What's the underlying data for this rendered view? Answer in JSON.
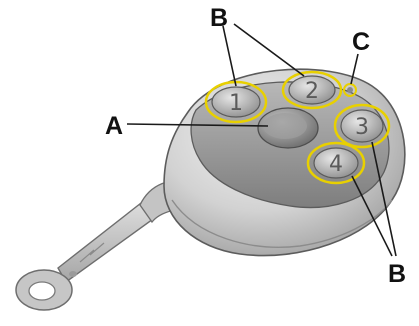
{
  "callouts": {
    "a": "A",
    "b_top": "B",
    "b_bottom": "B",
    "c": "C"
  },
  "buttons": [
    {
      "label": "1"
    },
    {
      "label": "2"
    },
    {
      "label": "3"
    },
    {
      "label": "4"
    }
  ],
  "colors": {
    "highlight_ring": "#e8d000",
    "body_light": "#d4d4d4",
    "body_dark": "#8f8f8f",
    "leader_line": "#1a1a1a"
  }
}
